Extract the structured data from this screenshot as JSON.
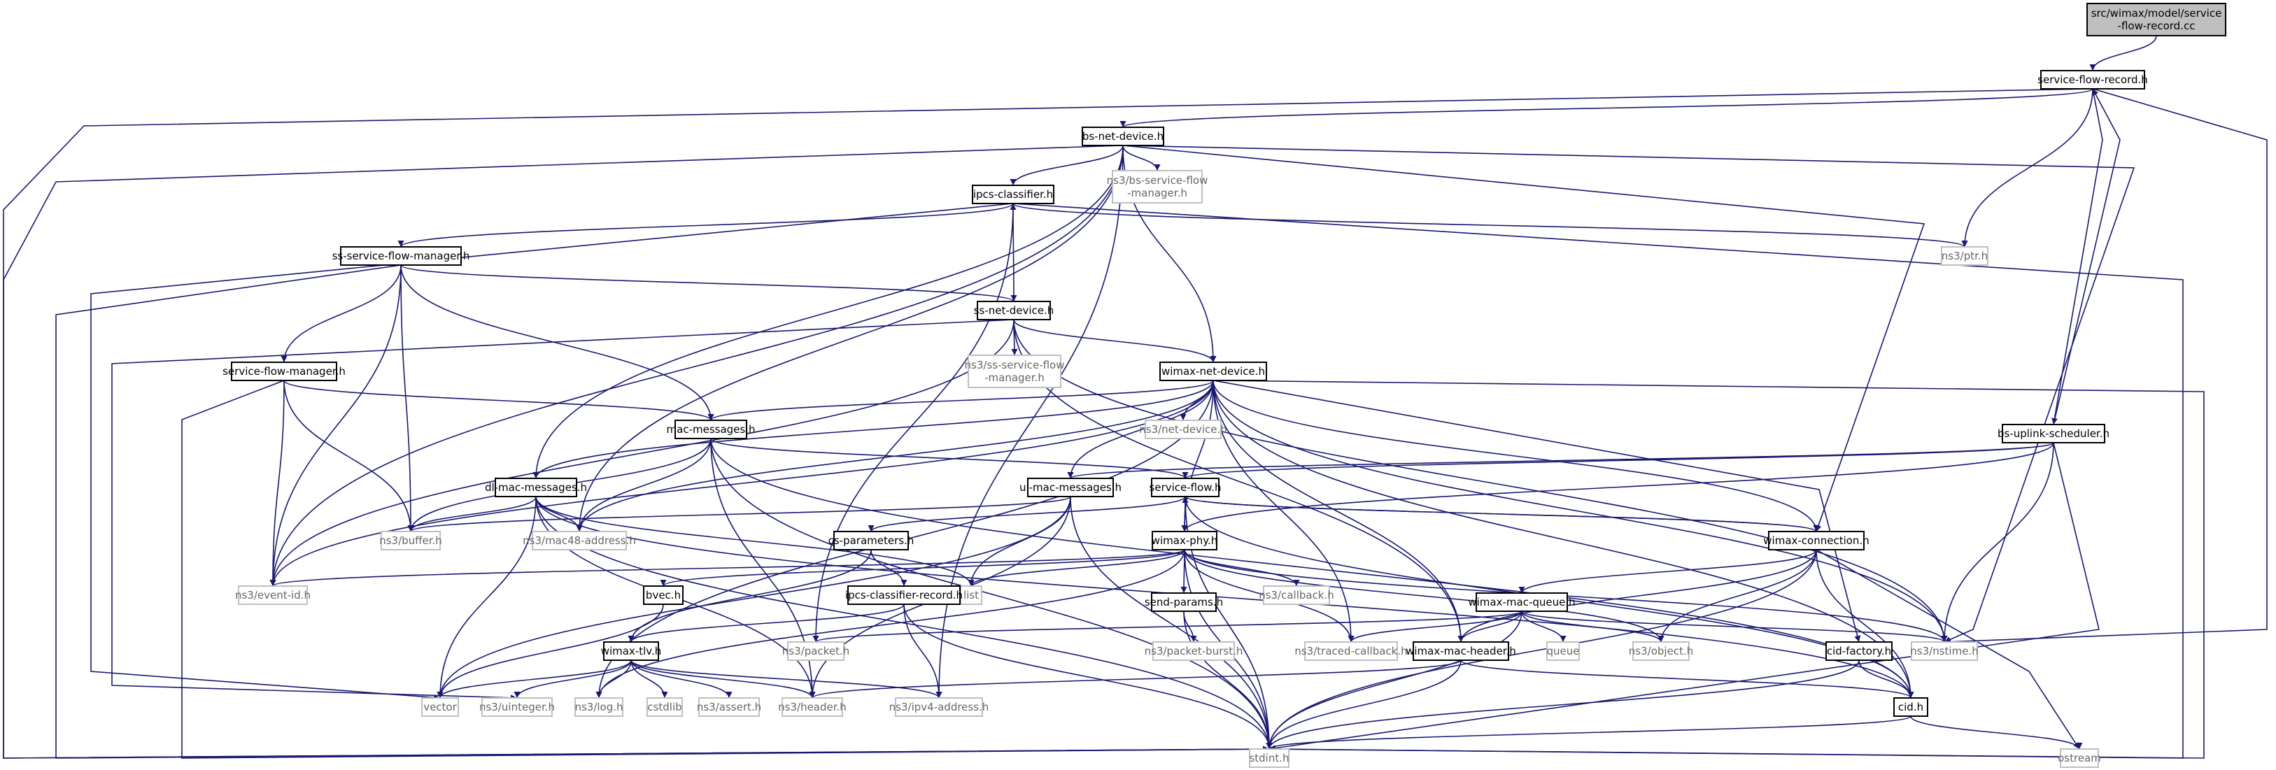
{
  "diagram": {
    "edge_color": "#191970",
    "nodes": [
      {
        "id": "n_root",
        "style": "root",
        "lines": [
          "src/wimax/model/service",
          "-flow-record.cc"
        ]
      },
      {
        "id": "n_sfr",
        "style": "black",
        "lines": [
          "service-flow-record.h"
        ]
      },
      {
        "id": "n_bsnd",
        "style": "black",
        "lines": [
          "bs-net-device.h"
        ]
      },
      {
        "id": "n_bssfm",
        "style": "gray",
        "lines": [
          "ns3/bs-service-flow",
          "-manager.h"
        ]
      },
      {
        "id": "n_ipcs",
        "style": "black",
        "lines": [
          "ipcs-classifier.h"
        ]
      },
      {
        "id": "n_sssfm",
        "style": "black",
        "lines": [
          "ss-service-flow-manager.h"
        ]
      },
      {
        "id": "n_ptr",
        "style": "gray",
        "lines": [
          "ns3/ptr.h"
        ]
      },
      {
        "id": "n_ssnd",
        "style": "black",
        "lines": [
          "ss-net-device.h"
        ]
      },
      {
        "id": "n_ns3sssfm",
        "style": "gray",
        "lines": [
          "ns3/ss-service-flow",
          "-manager.h"
        ]
      },
      {
        "id": "n_sfm",
        "style": "black",
        "lines": [
          "service-flow-manager.h"
        ]
      },
      {
        "id": "n_wnd",
        "style": "black",
        "lines": [
          "wimax-net-device.h"
        ]
      },
      {
        "id": "n_netdev",
        "style": "gray",
        "lines": [
          "ns3/net-device.h"
        ]
      },
      {
        "id": "n_macmsg",
        "style": "black",
        "lines": [
          "mac-messages.h"
        ]
      },
      {
        "id": "n_bsus",
        "style": "black",
        "lines": [
          "bs-uplink-scheduler.h"
        ]
      },
      {
        "id": "n_dlmac",
        "style": "black",
        "lines": [
          "dl-mac-messages.h"
        ]
      },
      {
        "id": "n_ulmac",
        "style": "black",
        "lines": [
          "ul-mac-messages.h"
        ]
      },
      {
        "id": "n_sf",
        "style": "black",
        "lines": [
          "service-flow.h"
        ]
      },
      {
        "id": "n_buffer",
        "style": "gray",
        "lines": [
          "ns3/buffer.h"
        ]
      },
      {
        "id": "n_mac48",
        "style": "gray",
        "lines": [
          "ns3/mac48-address.h"
        ]
      },
      {
        "id": "n_csparam",
        "style": "black",
        "lines": [
          "cs-parameters.h"
        ]
      },
      {
        "id": "n_wphy",
        "style": "black",
        "lines": [
          "wimax-phy.h"
        ]
      },
      {
        "id": "n_wconn",
        "style": "black",
        "lines": [
          "wimax-connection.h"
        ]
      },
      {
        "id": "n_eventid",
        "style": "gray",
        "lines": [
          "ns3/event-id.h"
        ]
      },
      {
        "id": "n_list",
        "style": "gray",
        "lines": [
          "list"
        ]
      },
      {
        "id": "n_callback",
        "style": "gray",
        "lines": [
          "ns3/callback.h"
        ]
      },
      {
        "id": "n_bvec",
        "style": "black",
        "lines": [
          "bvec.h"
        ]
      },
      {
        "id": "n_icr",
        "style": "black",
        "lines": [
          "ipcs-classifier-record.h"
        ]
      },
      {
        "id": "n_sendp",
        "style": "black",
        "lines": [
          "send-params.h"
        ]
      },
      {
        "id": "n_wmq",
        "style": "black",
        "lines": [
          "wimax-mac-queue.h"
        ]
      },
      {
        "id": "n_wtlv",
        "style": "black",
        "lines": [
          "wimax-tlv.h"
        ]
      },
      {
        "id": "n_packet",
        "style": "gray",
        "lines": [
          "ns3/packet.h"
        ]
      },
      {
        "id": "n_pburst",
        "style": "gray",
        "lines": [
          "ns3/packet-burst.h"
        ]
      },
      {
        "id": "n_tcb",
        "style": "gray",
        "lines": [
          "ns3/traced-callback.h"
        ]
      },
      {
        "id": "n_queue",
        "style": "gray",
        "lines": [
          "queue"
        ]
      },
      {
        "id": "n_object",
        "style": "gray",
        "lines": [
          "ns3/object.h"
        ]
      },
      {
        "id": "n_wmh",
        "style": "black",
        "lines": [
          "wimax-mac-header.h"
        ]
      },
      {
        "id": "n_cidf",
        "style": "black",
        "lines": [
          "cid-factory.h"
        ]
      },
      {
        "id": "n_nstime",
        "style": "gray",
        "lines": [
          "ns3/nstime.h"
        ]
      },
      {
        "id": "n_vector",
        "style": "gray",
        "lines": [
          "vector"
        ]
      },
      {
        "id": "n_uint",
        "style": "gray",
        "lines": [
          "ns3/uinteger.h"
        ]
      },
      {
        "id": "n_log",
        "style": "gray",
        "lines": [
          "ns3/log.h"
        ]
      },
      {
        "id": "n_cstdlib",
        "style": "gray",
        "lines": [
          "cstdlib"
        ]
      },
      {
        "id": "n_assert",
        "style": "gray",
        "lines": [
          "ns3/assert.h"
        ]
      },
      {
        "id": "n_header",
        "style": "gray",
        "lines": [
          "ns3/header.h"
        ]
      },
      {
        "id": "n_ipv4",
        "style": "gray",
        "lines": [
          "ns3/ipv4-address.h"
        ]
      },
      {
        "id": "n_cid",
        "style": "black",
        "lines": [
          "cid.h"
        ]
      },
      {
        "id": "n_stdint",
        "style": "gray",
        "lines": [
          "stdint.h"
        ]
      },
      {
        "id": "n_ostream",
        "style": "gray",
        "lines": [
          "ostream"
        ]
      }
    ],
    "edges": [
      [
        "n_root",
        "n_sfr"
      ],
      [
        "n_sfr",
        "n_bsnd"
      ],
      [
        "n_sfr",
        "n_ptr"
      ],
      [
        "n_sfr",
        "n_bsus"
      ],
      [
        "n_sfr",
        "n_nstime"
      ],
      [
        "n_sfr",
        "n_stdint"
      ],
      [
        "n_bsnd",
        "n_bssfm"
      ],
      [
        "n_bsnd",
        "n_ipcs"
      ],
      [
        "n_bsnd",
        "n_wnd"
      ],
      [
        "n_bsnd",
        "n_dlmac"
      ],
      [
        "n_bsnd",
        "n_mac48"
      ],
      [
        "n_bsnd",
        "n_eventid"
      ],
      [
        "n_bsnd",
        "n_wconn"
      ],
      [
        "n_bsnd",
        "n_nstime"
      ],
      [
        "n_bsnd",
        "n_ipv4"
      ],
      [
        "n_bsnd",
        "n_stdint"
      ],
      [
        "n_ipcs",
        "n_sssfm"
      ],
      [
        "n_ipcs",
        "n_ptr"
      ],
      [
        "n_ipcs",
        "n_packet"
      ],
      [
        "n_ipcs",
        "n_vector"
      ],
      [
        "n_ipcs",
        "n_stdint"
      ],
      [
        "n_sssfm",
        "n_ssnd"
      ],
      [
        "n_sssfm",
        "n_sfm"
      ],
      [
        "n_sssfm",
        "n_macmsg"
      ],
      [
        "n_sssfm",
        "n_buffer"
      ],
      [
        "n_sssfm",
        "n_eventid"
      ],
      [
        "n_sssfm",
        "n_stdint"
      ],
      [
        "n_ssnd",
        "n_ns3sssfm"
      ],
      [
        "n_ssnd",
        "n_ipcs"
      ],
      [
        "n_ssnd",
        "n_wnd"
      ],
      [
        "n_ssnd",
        "n_nstime"
      ],
      [
        "n_ssnd",
        "n_wmh"
      ],
      [
        "n_ssnd",
        "n_eventid"
      ],
      [
        "n_ssnd",
        "n_uint"
      ],
      [
        "n_sfm",
        "n_macmsg"
      ],
      [
        "n_sfm",
        "n_buffer"
      ],
      [
        "n_sfm",
        "n_eventid"
      ],
      [
        "n_sfm",
        "n_stdint"
      ],
      [
        "n_wnd",
        "n_netdev"
      ],
      [
        "n_wnd",
        "n_macmsg"
      ],
      [
        "n_wnd",
        "n_dlmac"
      ],
      [
        "n_wnd",
        "n_ulmac"
      ],
      [
        "n_wnd",
        "n_wphy"
      ],
      [
        "n_wnd",
        "n_wconn"
      ],
      [
        "n_wnd",
        "n_mac48"
      ],
      [
        "n_wnd",
        "n_eventid"
      ],
      [
        "n_wnd",
        "n_tcb"
      ],
      [
        "n_wnd",
        "n_wmh"
      ],
      [
        "n_wnd",
        "n_cidf"
      ],
      [
        "n_wnd",
        "n_nstime"
      ],
      [
        "n_wnd",
        "n_log"
      ],
      [
        "n_wnd",
        "n_cid"
      ],
      [
        "n_wnd",
        "n_stdint"
      ],
      [
        "n_macmsg",
        "n_sf"
      ],
      [
        "n_macmsg",
        "n_buffer"
      ],
      [
        "n_macmsg",
        "n_mac48"
      ],
      [
        "n_macmsg",
        "n_header"
      ],
      [
        "n_macmsg",
        "n_cid"
      ],
      [
        "n_macmsg",
        "n_stdint"
      ],
      [
        "n_bsus",
        "n_ulmac"
      ],
      [
        "n_bsus",
        "n_sf"
      ],
      [
        "n_bsus",
        "n_wphy"
      ],
      [
        "n_bsus",
        "n_nstime"
      ],
      [
        "n_bsus",
        "n_stdint"
      ],
      [
        "n_bsus",
        "n_sfr"
      ],
      [
        "n_dlmac",
        "n_buffer"
      ],
      [
        "n_dlmac",
        "n_mac48"
      ],
      [
        "n_dlmac",
        "n_list"
      ],
      [
        "n_dlmac",
        "n_vector"
      ],
      [
        "n_dlmac",
        "n_header"
      ],
      [
        "n_dlmac",
        "n_stdint"
      ],
      [
        "n_dlmac",
        "n_cid"
      ],
      [
        "n_ulmac",
        "n_buffer"
      ],
      [
        "n_ulmac",
        "n_list"
      ],
      [
        "n_ulmac",
        "n_vector"
      ],
      [
        "n_ulmac",
        "n_header"
      ],
      [
        "n_ulmac",
        "n_stdint"
      ],
      [
        "n_sf",
        "n_csparam"
      ],
      [
        "n_sf",
        "n_wphy"
      ],
      [
        "n_sf",
        "n_wconn"
      ],
      [
        "n_sf",
        "n_cid"
      ],
      [
        "n_sf",
        "n_stdint"
      ],
      [
        "n_csparam",
        "n_icr"
      ],
      [
        "n_csparam",
        "n_wtlv"
      ],
      [
        "n_wphy",
        "n_list"
      ],
      [
        "n_wphy",
        "n_eventid"
      ],
      [
        "n_wphy",
        "n_callback"
      ],
      [
        "n_wphy",
        "n_bvec"
      ],
      [
        "n_wphy",
        "n_sendp"
      ],
      [
        "n_wphy",
        "n_tcb"
      ],
      [
        "n_wphy",
        "n_object"
      ],
      [
        "n_wphy",
        "n_nstime"
      ],
      [
        "n_wphy",
        "n_log"
      ],
      [
        "n_wphy",
        "n_stdint"
      ],
      [
        "n_wconn",
        "n_sf"
      ],
      [
        "n_wconn",
        "n_wmq"
      ],
      [
        "n_wconn",
        "n_wmh"
      ],
      [
        "n_wconn",
        "n_object"
      ],
      [
        "n_wconn",
        "n_cid"
      ],
      [
        "n_wconn",
        "n_stdint"
      ],
      [
        "n_wconn",
        "n_ostream"
      ],
      [
        "n_bvec",
        "n_vector"
      ],
      [
        "n_icr",
        "n_wtlv"
      ],
      [
        "n_icr",
        "n_ipv4"
      ],
      [
        "n_icr",
        "n_stdint"
      ],
      [
        "n_sendp",
        "n_pburst"
      ],
      [
        "n_sendp",
        "n_stdint"
      ],
      [
        "n_wmq",
        "n_packet"
      ],
      [
        "n_wmq",
        "n_tcb"
      ],
      [
        "n_wmq",
        "n_queue"
      ],
      [
        "n_wmq",
        "n_object"
      ],
      [
        "n_wmq",
        "n_wmh"
      ],
      [
        "n_wmq",
        "n_nstime"
      ],
      [
        "n_wmq",
        "n_stdint"
      ],
      [
        "n_wtlv",
        "n_vector"
      ],
      [
        "n_wtlv",
        "n_uint"
      ],
      [
        "n_wtlv",
        "n_log"
      ],
      [
        "n_wtlv",
        "n_cstdlib"
      ],
      [
        "n_wtlv",
        "n_assert"
      ],
      [
        "n_wtlv",
        "n_header"
      ],
      [
        "n_wtlv",
        "n_ipv4"
      ],
      [
        "n_wmh",
        "n_header"
      ],
      [
        "n_wmh",
        "n_cid"
      ],
      [
        "n_wmh",
        "n_stdint"
      ],
      [
        "n_cidf",
        "n_cid"
      ],
      [
        "n_cidf",
        "n_stdint"
      ],
      [
        "n_cid",
        "n_stdint"
      ],
      [
        "n_cid",
        "n_ostream"
      ]
    ]
  }
}
